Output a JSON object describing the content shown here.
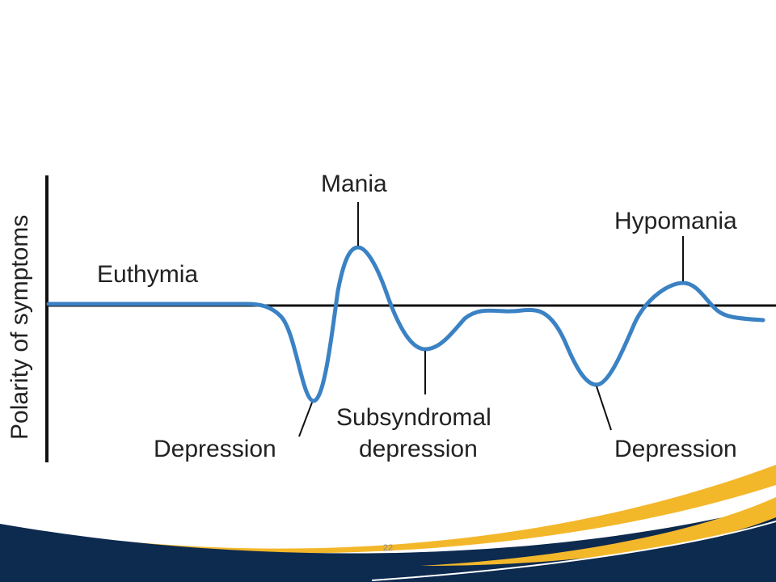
{
  "diagram": {
    "y_axis_title": "Polarity of symptoms",
    "labels": {
      "euthymia": "Euthymia",
      "mania": "Mania",
      "hypomania": "Hypomania",
      "depression_1": "Depression",
      "subsyndromal_line1": "Subsyndromal",
      "subsyndromal_line2": "depression",
      "depression_2": "Depression"
    },
    "colors": {
      "curve": "#3b82c4",
      "axis": "#111111",
      "text": "#222222"
    }
  },
  "footer": {
    "page_number": "22",
    "colors": {
      "navy": "#0d2a4f",
      "gold": "#f3b72a"
    }
  }
}
